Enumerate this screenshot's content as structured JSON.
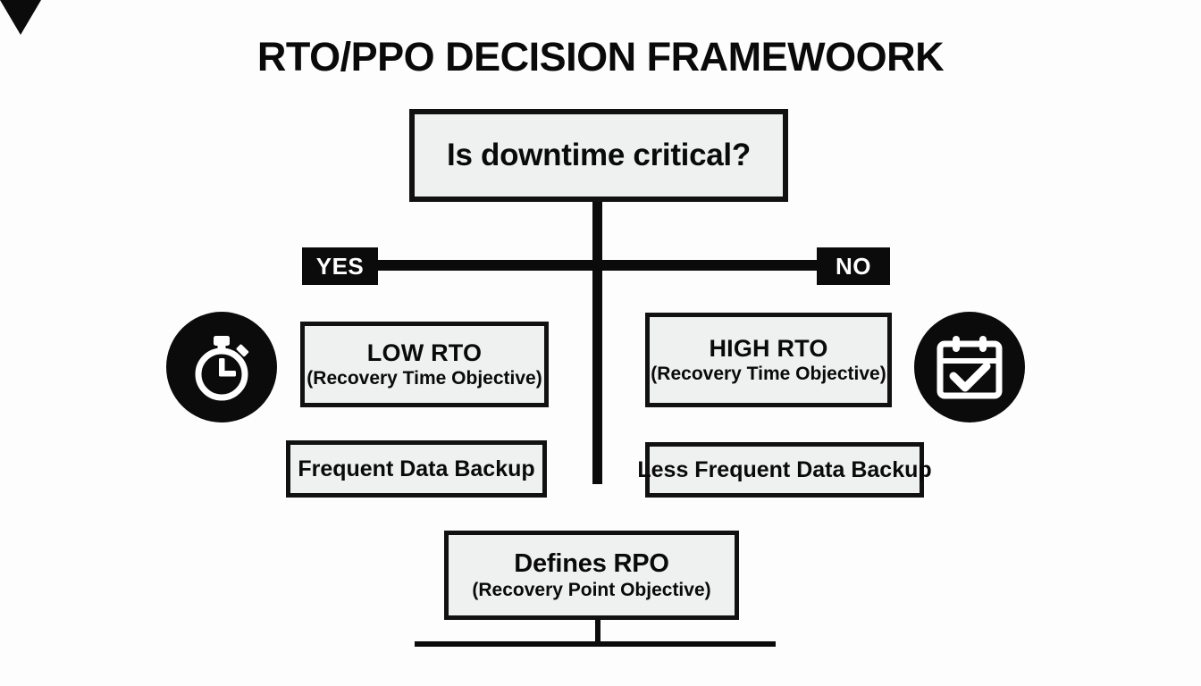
{
  "page": {
    "title": "RTO/PPO DECISION FRAMEWOORK",
    "background_color": "#fdfdfd",
    "ink_color": "#0b0b0b",
    "box_fill_color": "#eff0f0"
  },
  "diagram": {
    "type": "flowchart",
    "decision": {
      "label": "Is downtime critical?"
    },
    "branches": [
      {
        "tag": "YES",
        "side": "left",
        "icon": "stopwatch-icon",
        "nodes": [
          {
            "line1": "LOW RTO",
            "line2": "(Recovery Time Objective)"
          },
          {
            "line1": "Frequent Data Backup"
          }
        ]
      },
      {
        "tag": "NO",
        "side": "right",
        "icon": "calendar-check-icon",
        "nodes": [
          {
            "line1": "HIGH RTO",
            "line2": "(Recovery Time Objective)"
          },
          {
            "line1": "Less Frequent Data Backup"
          }
        ]
      }
    ],
    "outcome": {
      "line1": "Defines RPO",
      "line2": "(Recovery Point Objective)"
    }
  }
}
